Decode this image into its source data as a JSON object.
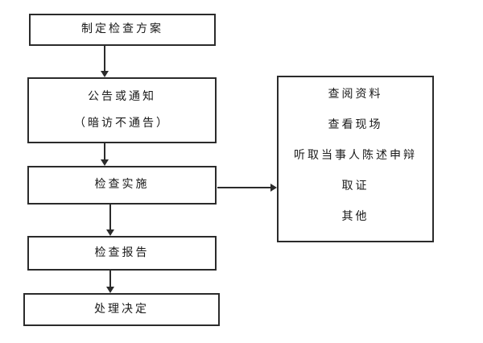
{
  "flow": {
    "steps": [
      {
        "id": "plan",
        "label": "制定检查方案"
      },
      {
        "id": "notice",
        "lines": [
          "公告或通知",
          "（暗访不通告）"
        ]
      },
      {
        "id": "implement",
        "label": "检查实施"
      },
      {
        "id": "report",
        "label": "检查报告"
      },
      {
        "id": "decision",
        "label": "处理决定"
      }
    ],
    "side_panel": {
      "items": [
        "查阅资料",
        "查看现场",
        "听取当事人陈述申辩",
        "取证",
        "其他"
      ]
    },
    "colors": {
      "line": "#2b2b2b",
      "text": "#1a1a1a",
      "background": "#ffffff"
    }
  }
}
